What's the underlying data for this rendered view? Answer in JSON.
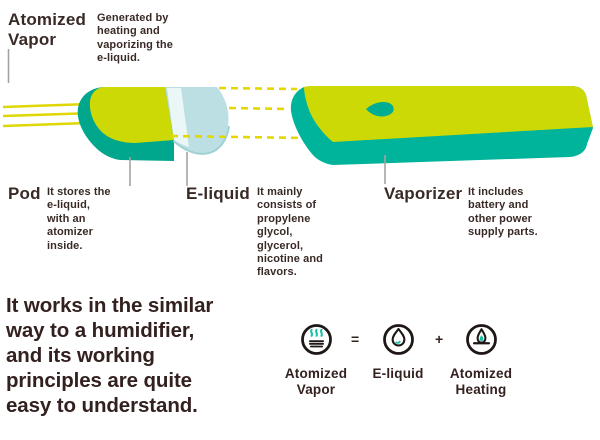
{
  "colors": {
    "chartreuse": "#ccd905",
    "pod_teal": "#00a78d",
    "vaporizer_teal": "#00b39b",
    "e_liquid_blue": "#bcdfe4",
    "e_liquid_highlight": "#ebf6f7",
    "yellow_guide": "#e0d600",
    "leader_gray": "#a3a3a3",
    "text_dark": "#392a26",
    "icon_teal": "#19c1a6",
    "icon_stroke": "#1f1715"
  },
  "callouts": {
    "atomized_vapor": {
      "label": "Atomized\nVapor",
      "desc": "Generated by\nheating and\nvaporizing the\ne-liquid."
    },
    "pod": {
      "label": "Pod",
      "desc": "It stores the\ne-liquid,\nwith an\natomizer\ninside."
    },
    "e_liquid": {
      "label": "E-liquid",
      "desc": "It mainly\nconsists of\npropylene\nglycol,\nglycerol,\nnicotine and\nflavors."
    },
    "vaporizer": {
      "label": "Vaporizer",
      "desc": "It includes\nbattery and\nother power\nsupply parts."
    }
  },
  "statement": "It works in the similar\nway to a humidifier,\nand its working\nprinciples are quite\neasy to understand.",
  "equation": {
    "equals": "=",
    "plus": "+",
    "terms": [
      {
        "icon": "steam-icon",
        "label": "Atomized\nVapor"
      },
      {
        "icon": "droplet-icon",
        "label": "E-liquid"
      },
      {
        "icon": "heating-icon",
        "label": "Atomized\nHeating"
      }
    ]
  }
}
